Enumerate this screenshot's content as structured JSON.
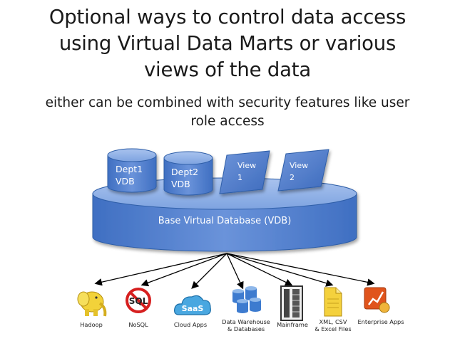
{
  "title_lines": [
    "Optional ways to control data access",
    "using Virtual Data Marts or various",
    "views of the data"
  ],
  "subtitle_lines": [
    "either can be combined with security features like user",
    "role access"
  ],
  "vdbs": [
    {
      "lines": [
        "Dept1",
        "VDB"
      ]
    },
    {
      "lines": [
        "Dept2",
        "VDB"
      ]
    }
  ],
  "views": [
    {
      "lines": [
        "View",
        "1"
      ]
    },
    {
      "lines": [
        "View",
        "2"
      ]
    }
  ],
  "base_label": "Base Virtual Database (VDB)",
  "sources": [
    {
      "label_lines": [
        "Hadoop"
      ],
      "icon": "hadoop-elephant-icon"
    },
    {
      "label_lines": [
        "NoSQL"
      ],
      "icon": "nosql-icon"
    },
    {
      "label_lines": [
        "Cloud Apps"
      ],
      "icon": "saas-cloud-icon"
    },
    {
      "label_lines": [
        "Data Warehouse",
        "& Databases"
      ],
      "icon": "database-cylinders-icon"
    },
    {
      "label_lines": [
        "Mainframe"
      ],
      "icon": "mainframe-icon"
    },
    {
      "label_lines": [
        "XML, CSV",
        "& Excel Files"
      ],
      "icon": "files-icon"
    },
    {
      "label_lines": [
        "Enterprise Apps"
      ],
      "icon": "enterprise-apps-icon"
    }
  ],
  "icon_text": {
    "nosql": "SQL",
    "saas": "SaaS"
  },
  "colors": {
    "cylinder_top": "#7fa3df",
    "cylinder_body": "#4a78c9",
    "cylinder_dark": "#2f5ea8",
    "arrow": "#000000"
  }
}
